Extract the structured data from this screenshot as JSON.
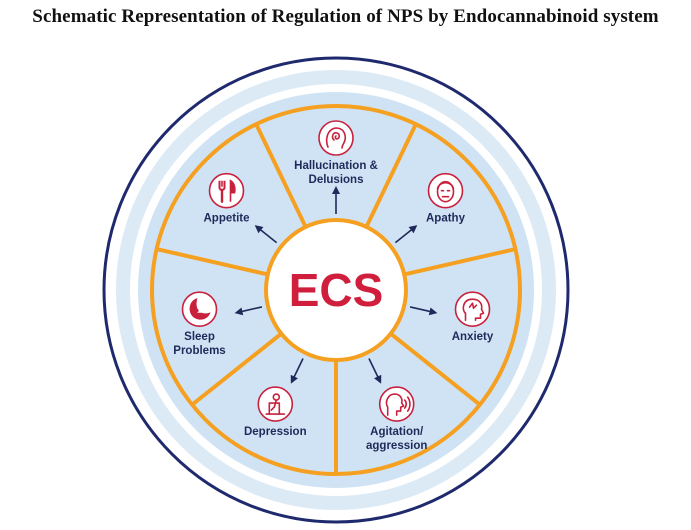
{
  "title": "Schematic Representation of Regulation of NPS by Endocannabinoid system",
  "center_label": "ECS",
  "colors": {
    "outer_ring": "#1f2a6e",
    "light_blue": "#cfe3f4",
    "orange": "#f5a020",
    "red": "#c8213e",
    "navy_text": "#1f2a5a"
  },
  "segments": [
    {
      "id": "hallucination",
      "lines": [
        "Hallucination &",
        "Delusions"
      ],
      "icon": "brain-spiral-icon"
    },
    {
      "id": "apathy",
      "lines": [
        "Apathy"
      ],
      "icon": "face-icon"
    },
    {
      "id": "anxiety",
      "lines": [
        "Anxiety"
      ],
      "icon": "head-brain-icon"
    },
    {
      "id": "agitation",
      "lines": [
        "Agitation/",
        "aggression"
      ],
      "icon": "shouting-head-icon"
    },
    {
      "id": "depression",
      "lines": [
        "Depression"
      ],
      "icon": "sad-person-icon"
    },
    {
      "id": "sleep",
      "lines": [
        "Sleep",
        "Problems"
      ],
      "icon": "moon-zzz-icon"
    },
    {
      "id": "appetite",
      "lines": [
        "Appetite"
      ],
      "icon": "fork-knife-icon"
    }
  ]
}
